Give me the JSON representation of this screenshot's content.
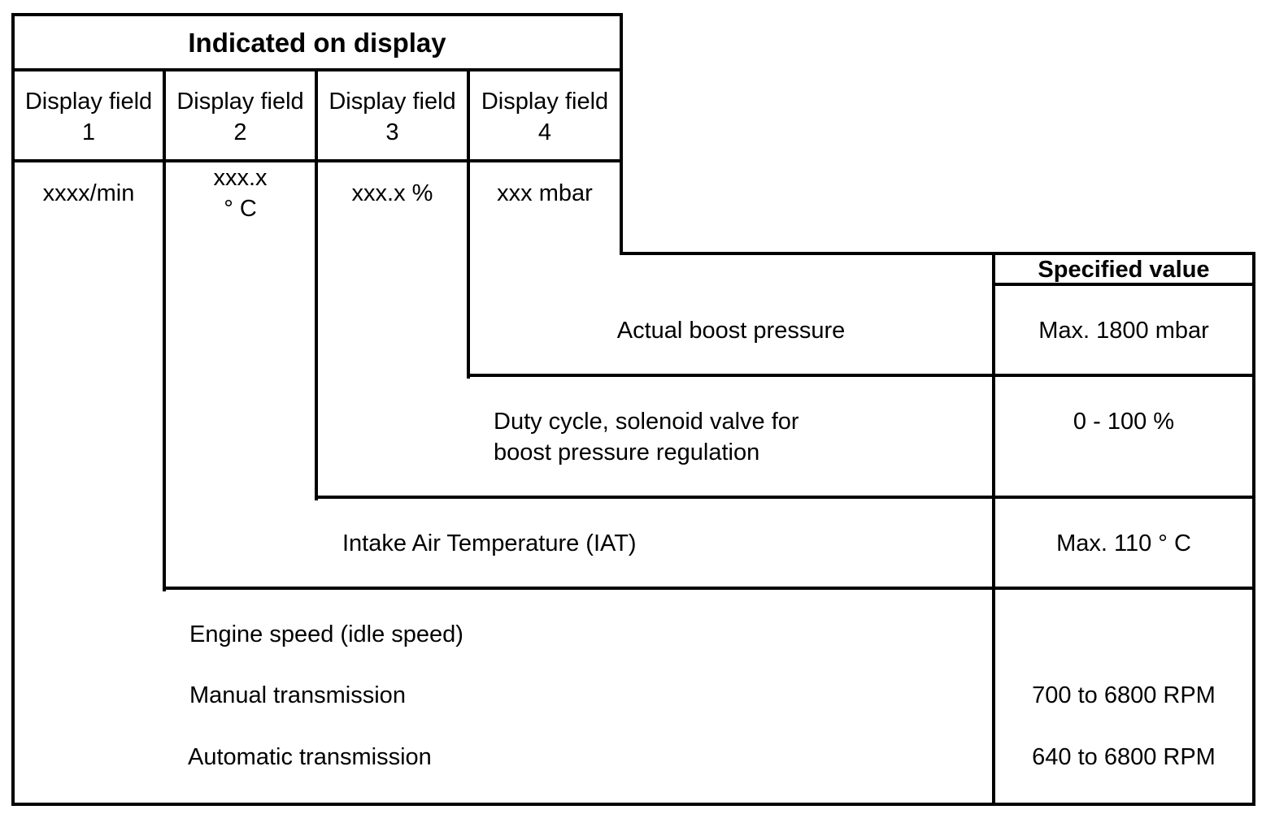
{
  "header": {
    "title": "Indicated on display",
    "fields": [
      {
        "label": "Display field",
        "number": "1"
      },
      {
        "label": "Display field",
        "number": "2"
      },
      {
        "label": "Display field",
        "number": "3"
      },
      {
        "label": "Display field",
        "number": "4"
      }
    ]
  },
  "units": {
    "field1": "xxxx/min",
    "field2_line1": "xxx.x",
    "field2_line2": "° C",
    "field3": "xxx.x %",
    "field4": "xxx mbar"
  },
  "spec_header": "Specified value",
  "rows": {
    "boost": {
      "label": "Actual boost pressure",
      "value": "Max. 1800 mbar"
    },
    "duty": {
      "label_line1": "Duty cycle, solenoid valve for",
      "label_line2": "boost pressure regulation",
      "value": "0 - 100 %"
    },
    "iat": {
      "label": "Intake Air Temperature (IAT)",
      "value": "Max. 110 ° C"
    },
    "engine": {
      "label": "Engine speed (idle speed)",
      "manual_label": "Manual transmission",
      "manual_value": "700 to 6800 RPM",
      "auto_label": "Automatic transmission",
      "auto_value": "640 to 6800 RPM"
    }
  }
}
